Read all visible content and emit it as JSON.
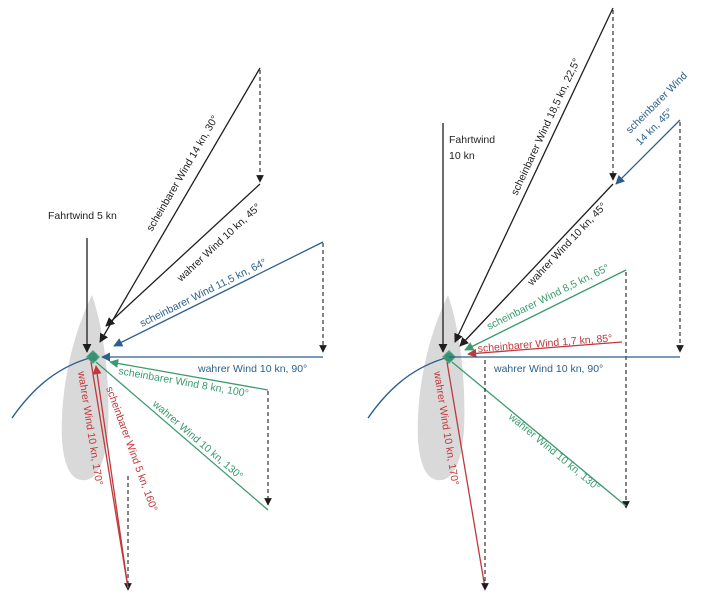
{
  "colors": {
    "black": "#1e1e1e",
    "blue": "#2b5f8e",
    "green": "#3a9a6e",
    "red": "#c0383c",
    "hull": "#d9d9d9"
  },
  "left": {
    "fahrtwind": "Fahrtwind 5 kn",
    "s1": "scheinbarer Wind 14 kn, 30°",
    "t1": "wahrer Wind 10 kn, 45°",
    "s2": "scheinbarer Wind 11,5 kn, 64°",
    "t2": "wahrer Wind 10 kn, 90°",
    "s3": "scheinbarer Wind 8 kn, 100°",
    "t3": "wahrer Wind 10 kn, 130°",
    "s4": "scheinbarer Wind 5 kn, 160°",
    "t4": "wahrer Wind 10 kn, 170°"
  },
  "right": {
    "fahrtwind_line1": "Fahrtwind",
    "fahrtwind_line2": "10 kn",
    "s1": "scheinbarer Wind 18,5 kn, 22,5°",
    "s2_line1": "scheinbarer Wind",
    "s2_line2": "14 kn, 45°",
    "t1": "wahrer Wind 10 kn, 45°",
    "s3": "scheinbarer Wind 8,5 kn, 65°",
    "s4": "scheinbarer Wind 1,7 kn, 85°",
    "t2": "wahrer Wind 10 kn, 90°",
    "t3": "wahrer Wind 10 kn, 130°",
    "t4": "wahrer Wind 10 kn, 170°"
  }
}
